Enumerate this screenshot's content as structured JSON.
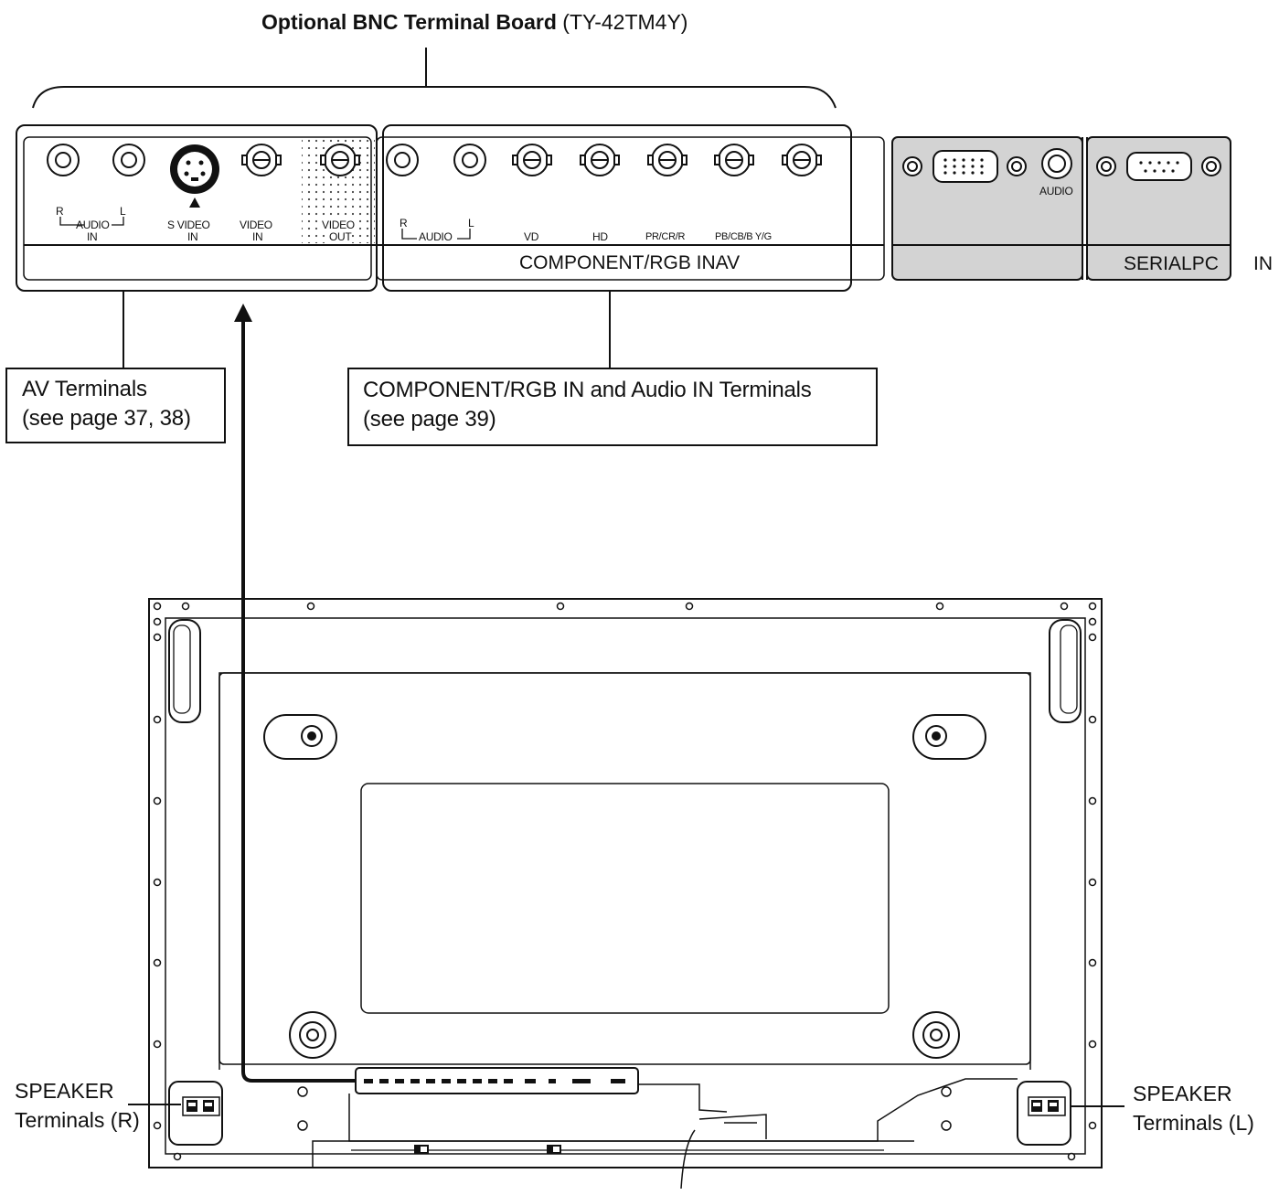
{
  "board_title": {
    "bold": "Optional BNC Terminal Board",
    "model": "(TY-42TM4Y)"
  },
  "panel_labels": {
    "audio_r": "R",
    "audio_l": "L",
    "audio": "AUDIO",
    "in": "IN",
    "s_video": "S VIDEO",
    "video_in": "VIDEO",
    "video_out": "VIDEO",
    "out": "OUT",
    "comp_audio_r": "R",
    "comp_audio_l": "L",
    "comp_audio": "AUDIO",
    "vd": "VD",
    "hd": "HD",
    "pr": "PR/CR/R",
    "pb": "PB/CB/B Y/G",
    "component_bar": "COMPONENT/RGB INAV",
    "pc_audio": "AUDIO",
    "serial_pc": "SERIALPC",
    "serial_in": "IN"
  },
  "callouts": {
    "av_terminals": {
      "line1": "AV Terminals",
      "line2": "(see page 37, 38)"
    },
    "component_terminals": {
      "line1": "COMPONENT/RGB IN and Audio IN Terminals",
      "line2": "(see page 39)"
    }
  },
  "speakers": {
    "right": {
      "line1": "SPEAKER",
      "line2": "Terminals (R)"
    },
    "left": {
      "line1": "SPEAKER",
      "line2": "Terminals (L)"
    }
  }
}
